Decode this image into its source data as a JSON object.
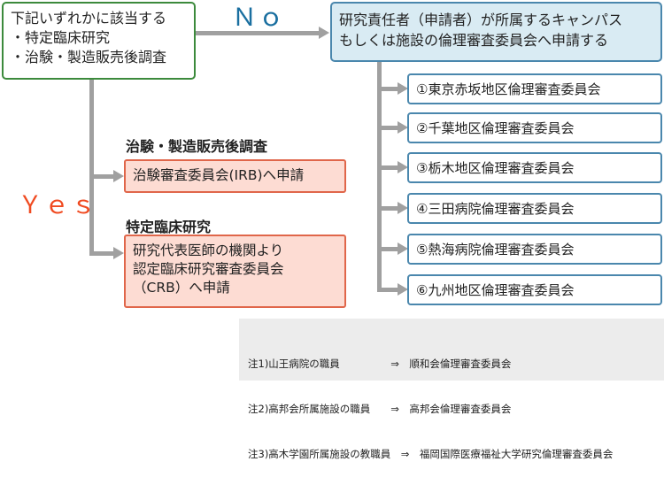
{
  "start": {
    "title": "下記いずれかに該当する",
    "items": [
      "・特定臨床研究",
      "・治験・製造販売後調査"
    ]
  },
  "no_label": "Ｎｏ",
  "yes_label": "Ｙｅｓ",
  "no_branch": {
    "header": [
      "研究責任者（申請者）が所属するキャンパス",
      "もしくは施設の倫理審査委員会へ申請する"
    ],
    "committees": [
      "①東京赤坂地区倫理審査委員会",
      "②千葉地区倫理審査委員会",
      "③栃木地区倫理審査委員会",
      "④三田病院倫理審査委員会",
      "⑤熱海病院倫理審査委員会",
      "⑥九州地区倫理審査委員会"
    ]
  },
  "yes_branch": [
    {
      "label": "治験・製造販売後調査",
      "box": [
        "治験審査委員会(IRB)へ申請"
      ]
    },
    {
      "label": "特定臨床研究",
      "box": [
        "研究代表医師の機関より",
        "認定臨床研究審査委員会",
        "（CRB）へ申請"
      ]
    }
  ],
  "notes": [
    "注1)山王病院の職員　　　　　⇒　順和会倫理審査委員会",
    "注2)高邦会所属施設の職員　　⇒　高邦会倫理審査委員会",
    "注3)高木学園所属施設の教職員　⇒　福岡国際医療福祉大学研究倫理審査委員会"
  ],
  "colors": {
    "start_border": "#3c8a3c",
    "no": "#1a6fa0",
    "yes": "#f04a20",
    "header_fill": "#d9ebf3",
    "pink_fill": "#fddcd3"
  }
}
